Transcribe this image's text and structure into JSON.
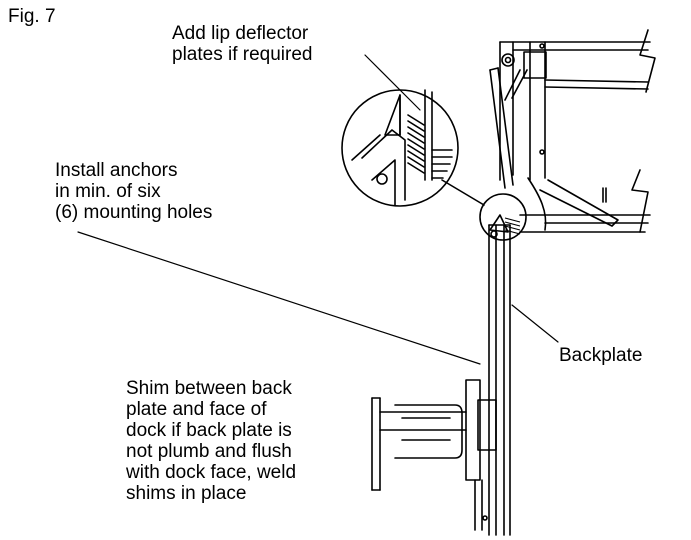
{
  "figure_label": "Fig. 7",
  "callouts": {
    "lip_deflector": [
      "Add lip deflector",
      "plates if required"
    ],
    "anchors": [
      "Install anchors",
      "in min. of six",
      "(6) mounting holes"
    ],
    "backplate": "Backplate",
    "shim": [
      "Shim between back",
      "plate and face of",
      "dock if back plate is",
      "not plumb and flush",
      "with dock face, weld",
      "shims in place"
    ]
  },
  "colors": {
    "line": "#000000",
    "background": "#ffffff"
  }
}
